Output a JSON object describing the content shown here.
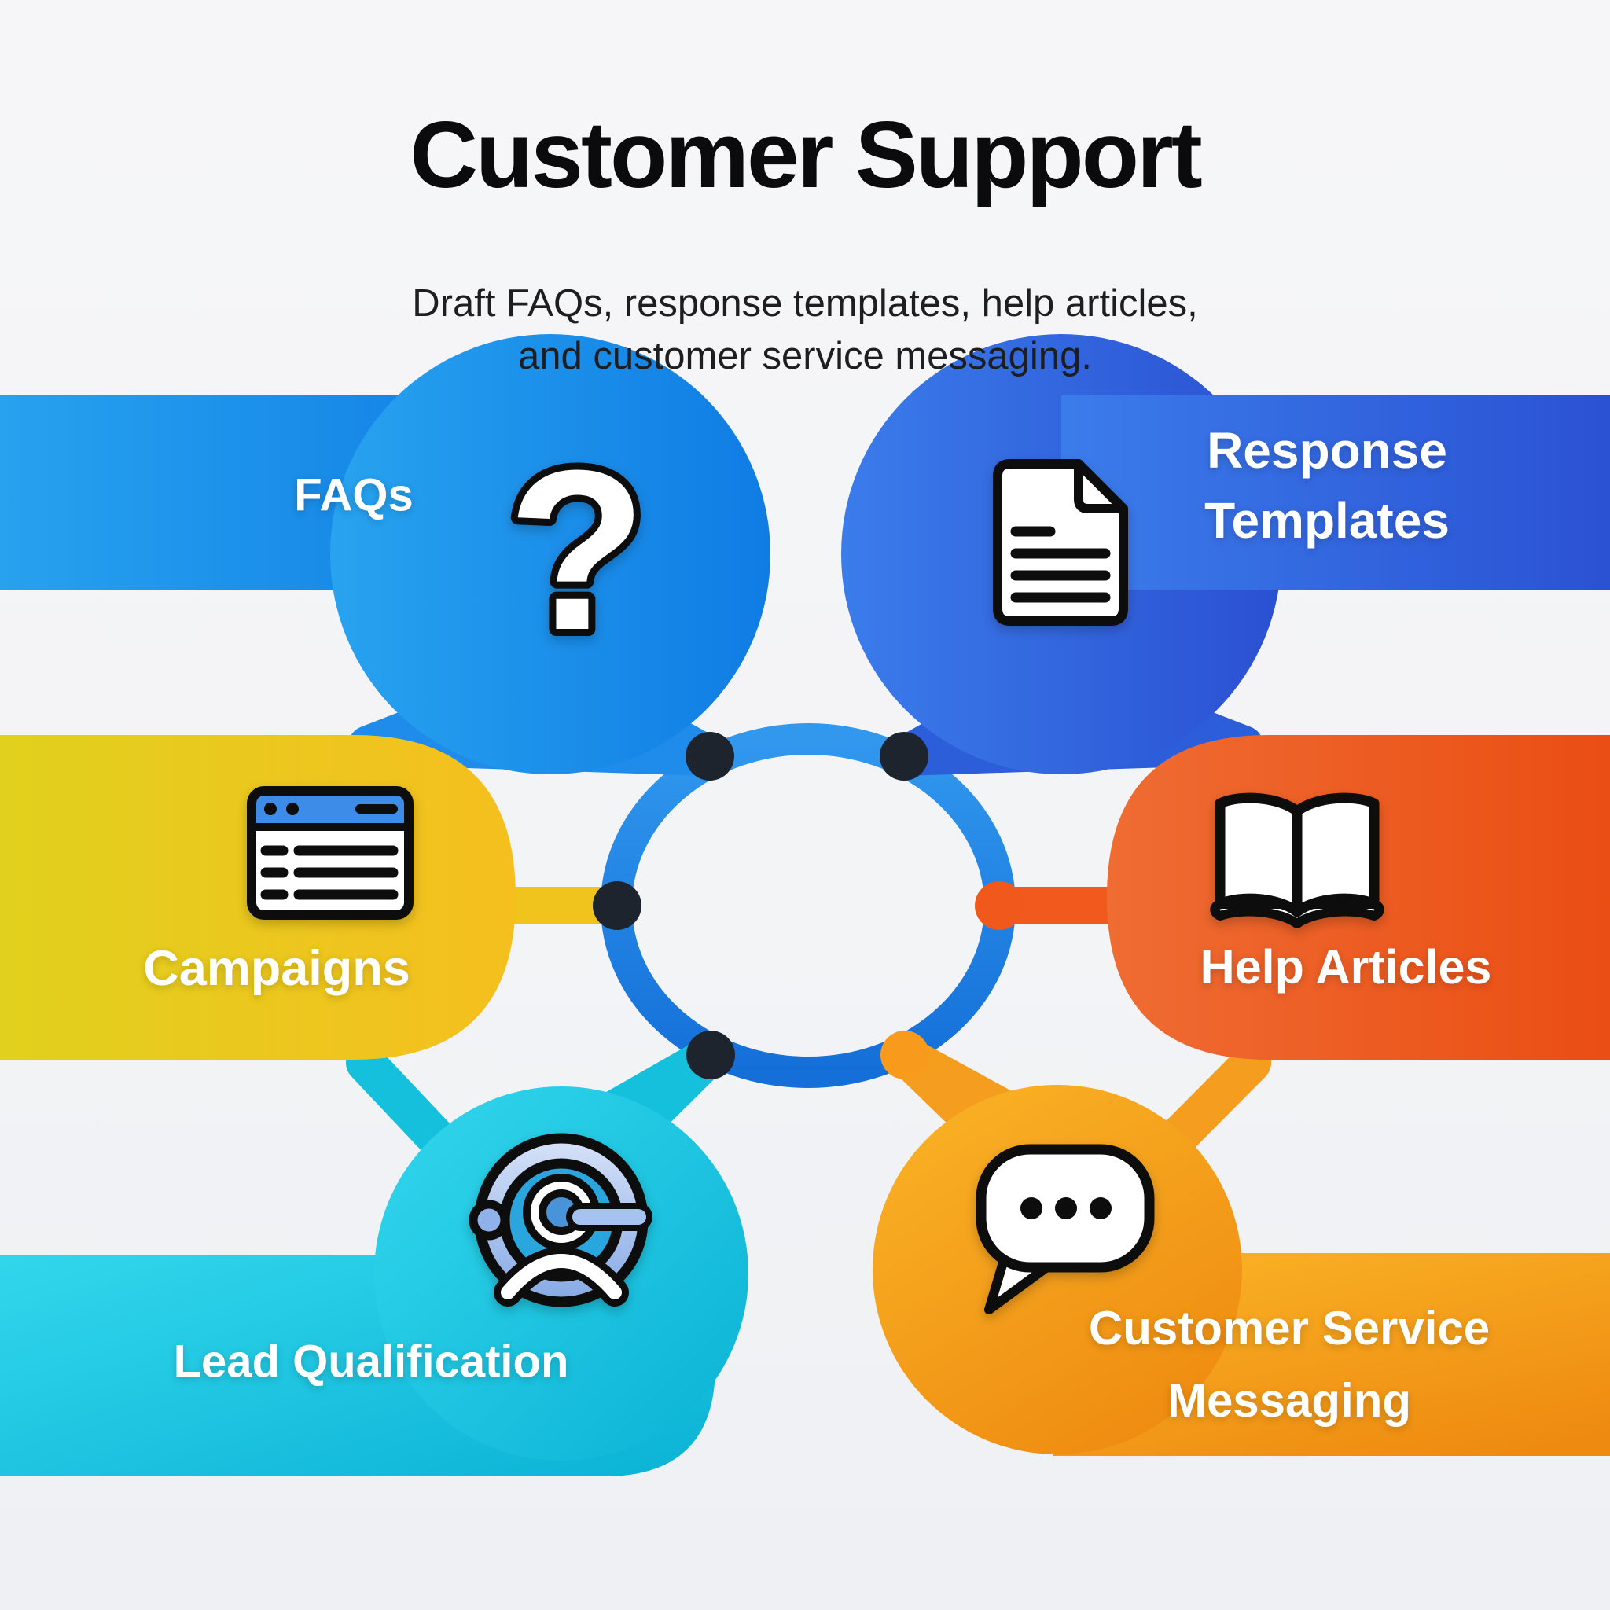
{
  "header": {
    "title": "Customer Support",
    "subtitle_line1": "Draft FAQs, response templates, help articles,",
    "subtitle_line2": "and customer service messaging."
  },
  "nodes": {
    "faqs": {
      "label": "FAQs",
      "icon": "question-mark-icon",
      "icon_glyph": "?",
      "color": "#1f8ceb"
    },
    "response_templates": {
      "label_line1": "Response",
      "label_line2": "Templates",
      "icon": "document-icon",
      "color": "#2b5ed8"
    },
    "campaigns": {
      "label": "Campaigns",
      "icon": "browser-window-icon",
      "color": "#f0c41c"
    },
    "help_articles": {
      "label": "Help Articles",
      "icon": "open-book-icon",
      "color": "#ec5c20"
    },
    "lead_qualification": {
      "label": "Lead Qualification",
      "icon": "support-agent-icon",
      "color": "#14c0dc"
    },
    "customer_service_messaging": {
      "label_line1": "Customer Service",
      "label_line2": "Messaging",
      "icon": "chat-bubble-icon",
      "color": "#f59d1e"
    }
  },
  "colors": {
    "background": "#f4f5f7",
    "ring_blue": "#1e82e2",
    "connector_dot_dark": "#1d242d",
    "connector_dot_orange": "#f1591c",
    "connector_dot_amber": "#f89b1c",
    "title_text": "#0b0b0d",
    "label_text": "#ffffff"
  }
}
